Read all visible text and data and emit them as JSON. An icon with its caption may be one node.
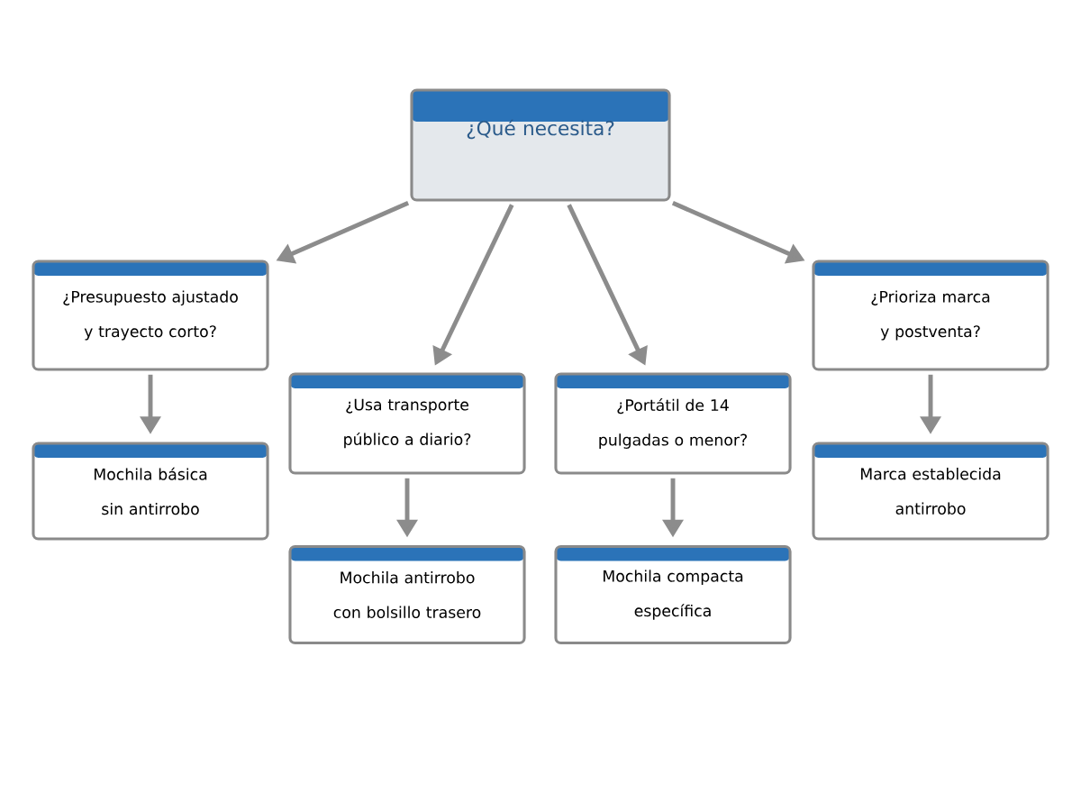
{
  "diagram": {
    "nodes": [
      {
        "text": [
          "¿Qué necesita?"
        ]
      },
      {
        "text": [
          "¿Presupuesto ajustado y trayecto corto?"
        ]
      },
      {
        "text": [
          "Mochila básica sin antirrobo"
        ]
      },
      {
        "text": [
          "¿Usa transporte público a diario?"
        ]
      },
      {
        "text": [
          "Mochila antirrobo con bolsillo trasero"
        ]
      },
      {
        "text": [
          "¿Portátil de 14 pulgadas o menor?"
        ]
      },
      {
        "text": [
          "Mochila compacta específica"
        ]
      },
      {
        "text": [
          "¿Prioriza marca y postventa?"
        ]
      },
      {
        "text": [
          "Marca establecida antirrobo"
        ]
      }
    ],
    "edges": [
      {
        "from": 0,
        "to": 1,
        "arrow": "to"
      },
      {
        "from": 0,
        "to": 3,
        "arrow": "to"
      },
      {
        "from": 0,
        "to": 5,
        "arrow": "to"
      },
      {
        "from": 0,
        "to": 7,
        "arrow": "to"
      },
      {
        "from": 1,
        "to": 2,
        "arrow": "to"
      },
      {
        "from": 3,
        "to": 4,
        "arrow": "to"
      },
      {
        "from": 5,
        "to": 6,
        "arrow": "to"
      },
      {
        "from": 7,
        "to": 8,
        "arrow": "to"
      }
    ]
  }
}
